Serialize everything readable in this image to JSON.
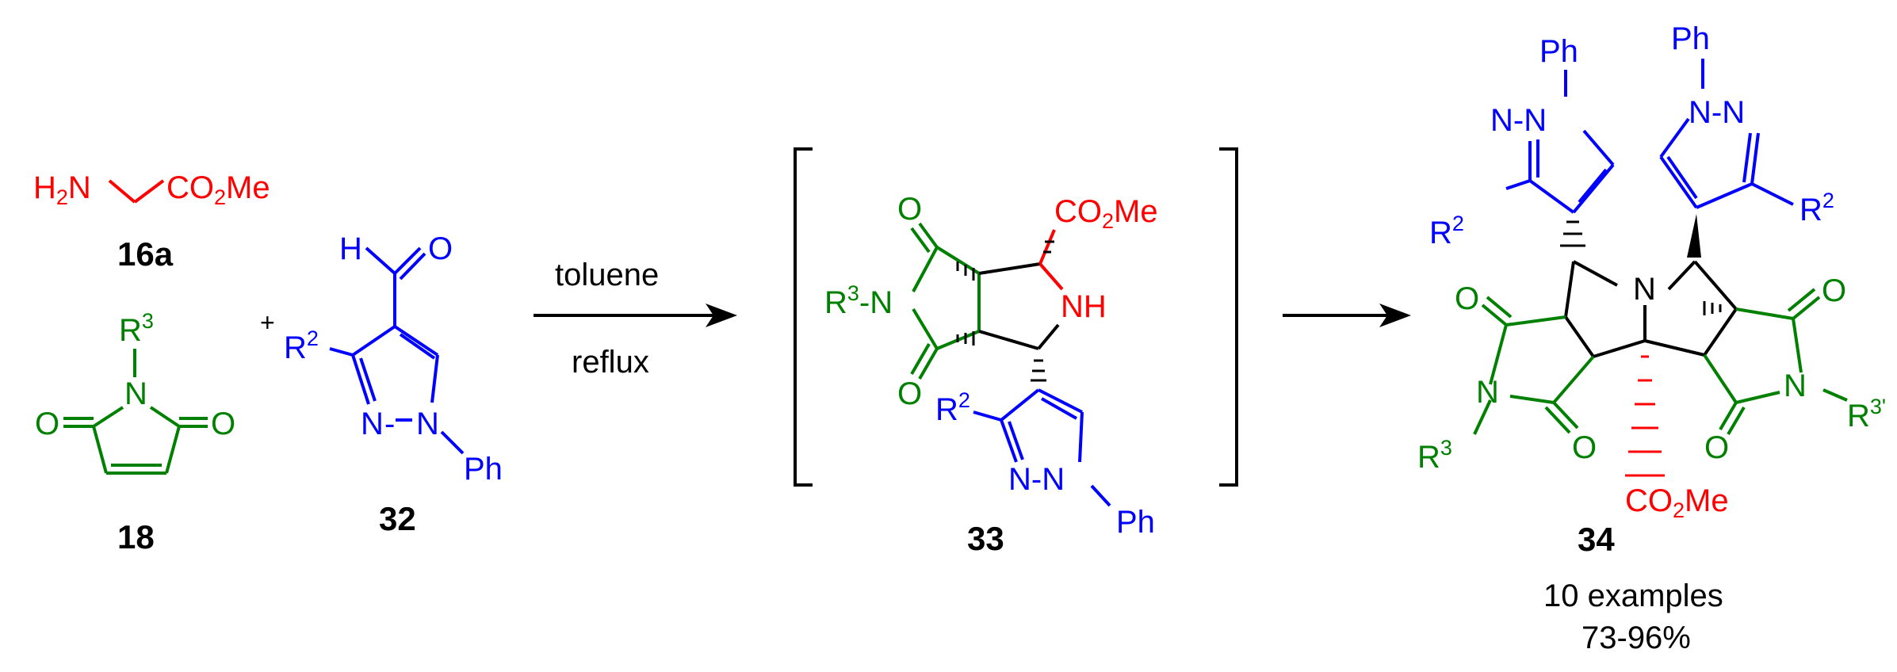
{
  "colors": {
    "red": "#ff0000",
    "green": "#008000",
    "blue": "#0000ff",
    "black": "#000000"
  },
  "compounds": {
    "c16a": {
      "number": "16a",
      "formula": "H2N–CH2–CO2Me"
    },
    "c18": {
      "number": "18",
      "label_R": "R",
      "label_R_sup": "3",
      "label_N": "N",
      "label_O": "O"
    },
    "c32": {
      "number": "32",
      "label_H": "H",
      "label_O": "O",
      "label_R": "R",
      "label_R_sup": "2",
      "label_N": "N",
      "label_Ph": "Ph"
    },
    "c33": {
      "number": "33",
      "label_O": "O",
      "label_NH": "NH",
      "label_CO2Me": "CO",
      "label_CO2Me_sub": "2",
      "label_Me": "Me",
      "label_R": "R",
      "label_R3_sup": "3",
      "label_R2_sup": "2",
      "label_N": "N",
      "label_Ph": "Ph"
    },
    "c34": {
      "number": "34",
      "label_Ph": "Ph",
      "label_N": "N",
      "label_R": "R",
      "label_R2_sup": "2",
      "label_R3_sup": "3",
      "label_R3p_sup": "3'",
      "label_O": "O",
      "label_CO": "CO",
      "label_sub2": "2",
      "label_Me": "Me"
    }
  },
  "plus_sign": "+",
  "conditions": {
    "top": "toluene",
    "bottom": "reflux"
  },
  "result": {
    "examples": "10 examples",
    "yield": "73-96%"
  }
}
